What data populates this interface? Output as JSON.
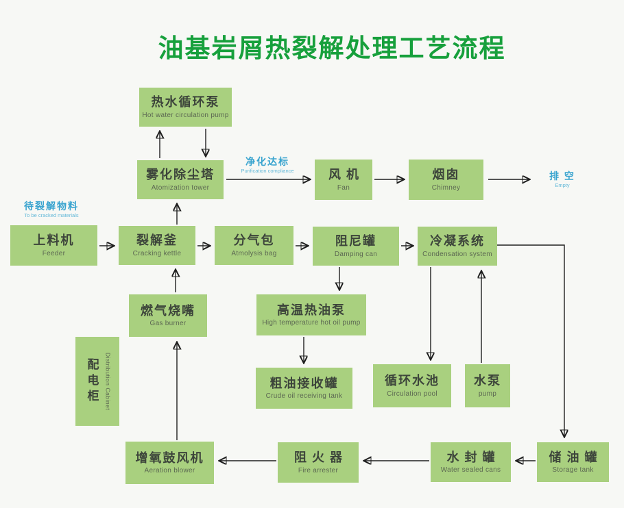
{
  "title": "油基岩屑热裂解处理工艺流程",
  "colors": {
    "background": "#f7f8f5",
    "node_fill": "#a9d07f",
    "title_green": "#17a03c",
    "label_blue": "#3aa4cf",
    "arrow": "#1f1f1f"
  },
  "nodes": [
    {
      "id": "hot-water-pump",
      "zh": "热水循环泵",
      "en": "Hot water circulation pump"
    },
    {
      "id": "atomization-tower",
      "zh": "雾化除尘塔",
      "en": "Atomization tower"
    },
    {
      "id": "fan",
      "zh": "风机",
      "en": "Fan"
    },
    {
      "id": "chimney",
      "zh": "烟囱",
      "en": "Chimney"
    },
    {
      "id": "feeder",
      "zh": "上料机",
      "en": "Feeder"
    },
    {
      "id": "cracking-kettle",
      "zh": "裂解釜",
      "en": "Cracking kettle"
    },
    {
      "id": "atmolysis-bag",
      "zh": "分气包",
      "en": "Atmolysis bag"
    },
    {
      "id": "damping-can",
      "zh": "阻尼罐",
      "en": "Damping can"
    },
    {
      "id": "condensation-system",
      "zh": "冷凝系统",
      "en": "Condensation system"
    },
    {
      "id": "gas-burner",
      "zh": "燃气烧嘴",
      "en": "Gas burner"
    },
    {
      "id": "hot-oil-pump",
      "zh": "高温热油泵",
      "en": "High temperature hot oil pump"
    },
    {
      "id": "distribution-cabinet",
      "zh": "配电柜",
      "en": "Distribution Cabinet"
    },
    {
      "id": "crude-oil-tank",
      "zh": "粗油接收罐",
      "en": "Crude oil receiving tank"
    },
    {
      "id": "circulation-pool",
      "zh": "循环水池",
      "en": "Circulation pool"
    },
    {
      "id": "water-pump",
      "zh": "水泵",
      "en": "pump"
    },
    {
      "id": "aeration-blower",
      "zh": "增氧鼓风机",
      "en": "Aeration blower"
    },
    {
      "id": "fire-arrester",
      "zh": "阻火器",
      "en": "Fire arrester"
    },
    {
      "id": "water-sealed-can",
      "zh": "水封罐",
      "en": "Water sealed cans"
    },
    {
      "id": "storage-tank",
      "zh": "储油罐",
      "en": "Storage tank"
    }
  ],
  "labels": [
    {
      "id": "to-be-cracked",
      "zh": "待裂解物料",
      "en": "To be cracked materials"
    },
    {
      "id": "purification",
      "zh": "净化达标",
      "en": "Purification compliance"
    },
    {
      "id": "empty-out",
      "zh": "排 空",
      "en": "Empty"
    }
  ],
  "edges": [
    {
      "from": "atomization-tower",
      "to": "hot-water-pump"
    },
    {
      "from": "hot-water-pump",
      "to": "atomization-tower"
    },
    {
      "from": "atomization-tower",
      "to": "fan",
      "label": "净化达标"
    },
    {
      "from": "fan",
      "to": "chimney"
    },
    {
      "from": "chimney",
      "to": "empty-out"
    },
    {
      "from": "feeder",
      "to": "cracking-kettle"
    },
    {
      "from": "cracking-kettle",
      "to": "atomization-tower"
    },
    {
      "from": "cracking-kettle",
      "to": "atmolysis-bag"
    },
    {
      "from": "atmolysis-bag",
      "to": "damping-can"
    },
    {
      "from": "damping-can",
      "to": "condensation-system"
    },
    {
      "from": "damping-can",
      "to": "hot-oil-pump"
    },
    {
      "from": "hot-oil-pump",
      "to": "crude-oil-tank"
    },
    {
      "from": "gas-burner",
      "to": "cracking-kettle"
    },
    {
      "from": "condensation-system",
      "to": "circulation-pool"
    },
    {
      "from": "water-pump",
      "to": "condensation-system"
    },
    {
      "from": "condensation-system",
      "to": "storage-tank"
    },
    {
      "from": "storage-tank",
      "to": "water-sealed-can"
    },
    {
      "from": "water-sealed-can",
      "to": "fire-arrester"
    },
    {
      "from": "fire-arrester",
      "to": "aeration-blower"
    },
    {
      "from": "aeration-blower",
      "to": "gas-burner"
    }
  ]
}
